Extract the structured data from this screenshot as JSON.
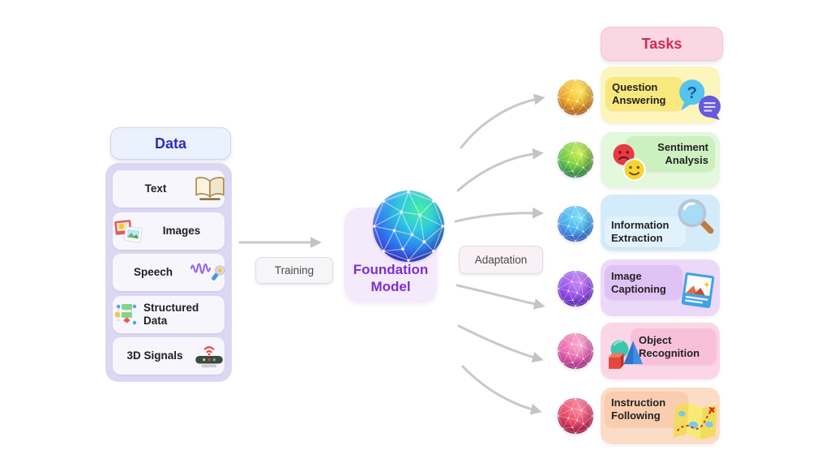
{
  "data_panel": {
    "title": "Data",
    "items": [
      {
        "label": "Text",
        "icon": "open-book-icon"
      },
      {
        "label": "Images",
        "icon": "photo-stack-icon"
      },
      {
        "label": "Speech",
        "icon": "waveform-microphone-icon"
      },
      {
        "label": "Structured Data",
        "icon": "flowchart-icon"
      },
      {
        "label": "3D Signals",
        "icon": "smart-speaker-wifi-icon"
      }
    ]
  },
  "pipeline": {
    "training_label": "Training",
    "adaptation_label": "Adaptation",
    "foundation_model_label": "Foundation Model",
    "foundation_sphere_icon": "network-sphere-icon"
  },
  "tasks_panel": {
    "title": "Tasks",
    "items": [
      {
        "label": "Question Answering",
        "icon": "question-and-chat-bubbles-icon",
        "icon_glyph": "?",
        "box_color": "#fcf5bc",
        "label_box_color": "#f8e87e",
        "sphere_colors": [
          "#fdea60",
          "#c45510"
        ]
      },
      {
        "label": "Sentiment Analysis",
        "icon": "sad-and-happy-faces-icon",
        "box_color": "#e4f8de",
        "label_box_color": "#cdf0c0",
        "sphere_colors": [
          "#d6ee54",
          "#1e8f5e"
        ]
      },
      {
        "label": "Information Extraction",
        "icon": "magnifying-glass-icon",
        "box_color": "#d4ebfb",
        "label_box_color": "#e2f2fd",
        "sphere_colors": [
          "#82e4f4",
          "#4a50e0"
        ]
      },
      {
        "label": "Image Captioning",
        "icon": "photo-caption-card-icon",
        "box_color": "#ecd9fa",
        "label_box_color": "#dfc3f5",
        "sphere_colors": [
          "#c98cf4",
          "#5826be"
        ]
      },
      {
        "label": "Object Recognition",
        "icon": "3d-shapes-icon",
        "box_color": "#fbd6e6",
        "label_box_color": "#f9c0da",
        "sphere_colors": [
          "#f8b4d2",
          "#b02a78"
        ]
      },
      {
        "label": "Instruction Following",
        "icon": "treasure-map-icon",
        "box_color": "#fbdcc6",
        "label_box_color": "#f9cdae",
        "sphere_colors": [
          "#f890a4",
          "#9e1228"
        ]
      }
    ]
  },
  "colors": {
    "background": "#ffffff",
    "arrow_gray": "#c9c9cc",
    "data_title_text": "#2a2ec2",
    "data_header_bg": "#ecf2fd",
    "data_list_bg": "#dcd8f4",
    "data_item_bg": "#f7f6fc",
    "training_adaptation_text": "#4a4a4a",
    "foundation_box_bg": "#f4eafc",
    "foundation_text": "#7d2fd0",
    "foundation_sphere": [
      "#46eca6",
      "#2cc8e0",
      "#2e7cee",
      "#7c2ce0"
    ],
    "tasks_title_text": "#d22a52",
    "tasks_header_bg": "#fbd7e3"
  }
}
